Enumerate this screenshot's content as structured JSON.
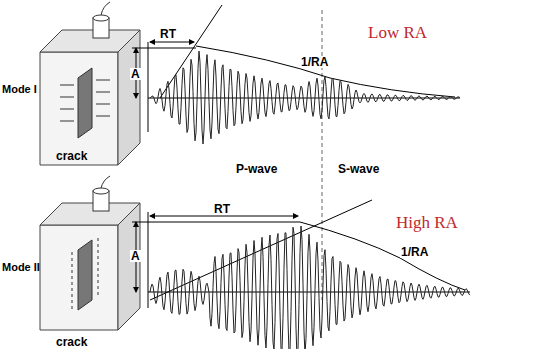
{
  "diagram": {
    "labels": [
      "Mode I",
      "crack",
      "A",
      "RT",
      "1/RA",
      "Low RA",
      "P-wave",
      "S-wave",
      "Mode II",
      "crack",
      "A",
      "RT",
      "1/RA",
      "High RA"
    ]
  }
}
